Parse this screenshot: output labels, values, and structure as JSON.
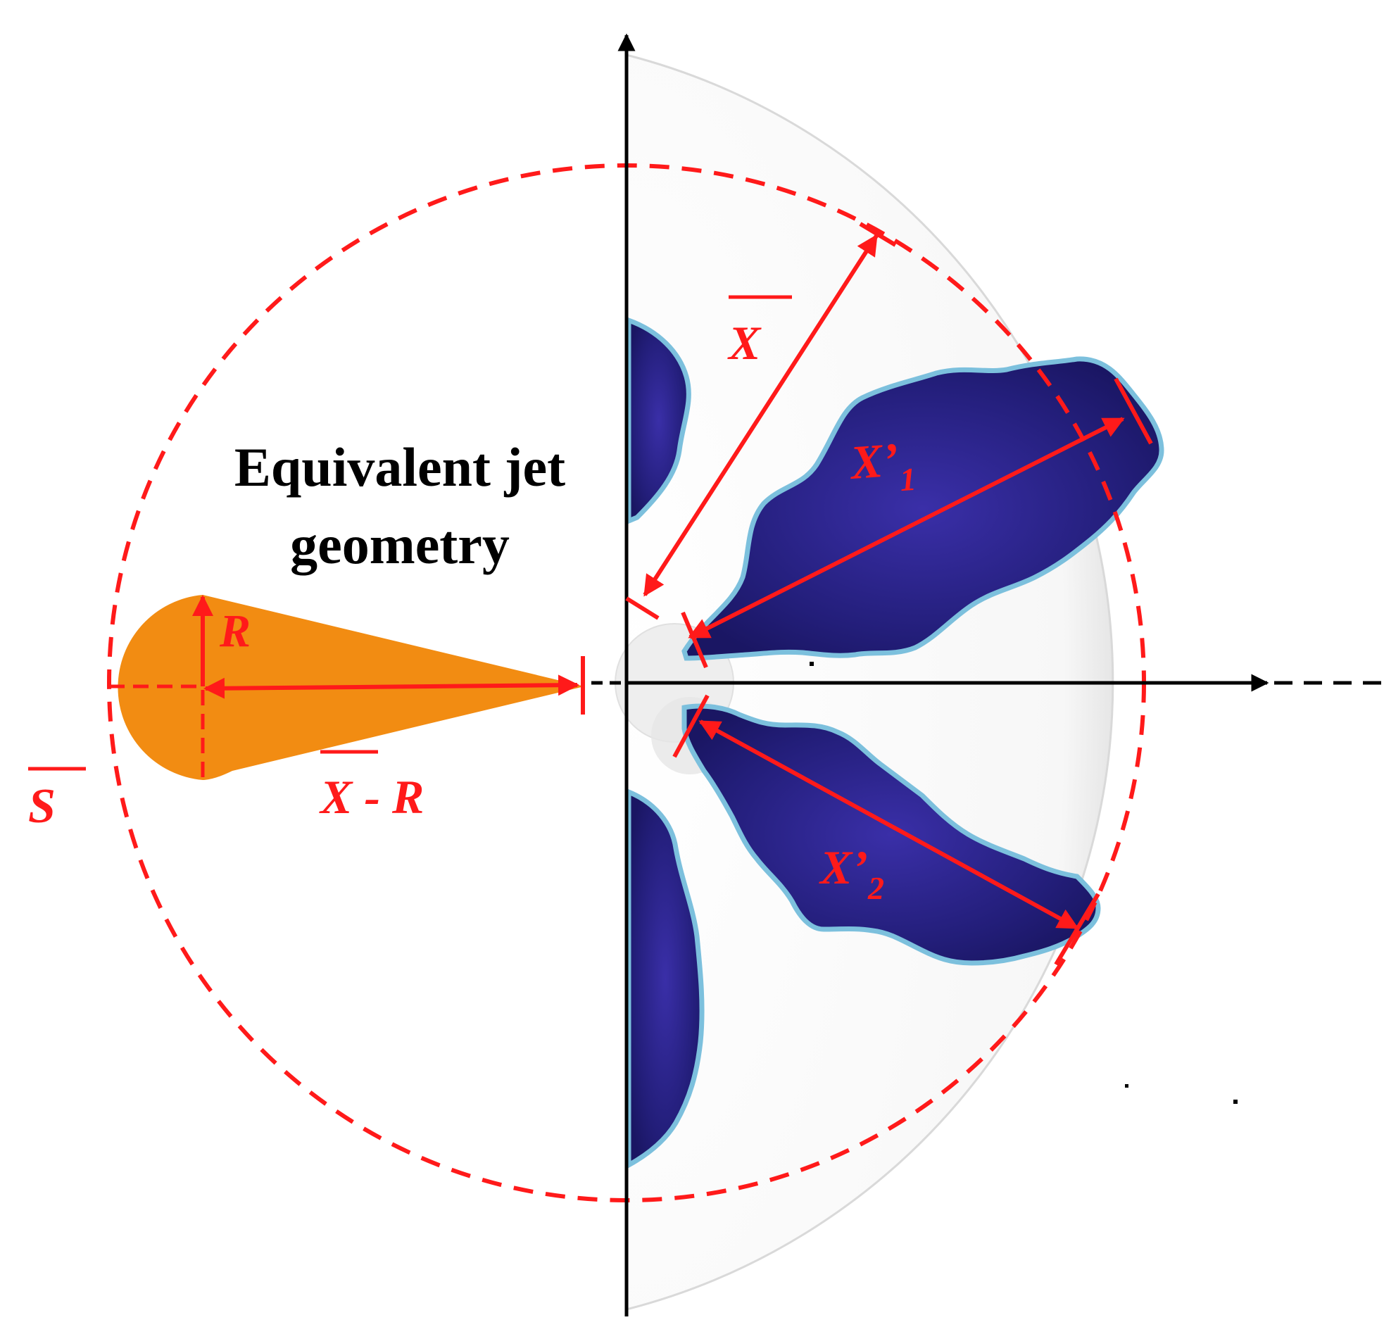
{
  "colors": {
    "accent": "#ff1a1a",
    "axis": "#000000",
    "jet_fill": "#f28c12",
    "plume_dark": "#1e1b6e",
    "plume_mid": "#3a2fa8",
    "plume_edge": "#7cc0dd",
    "background_disc": "#f4f4f4"
  },
  "title": {
    "line1": "Equivalent jet",
    "line2": "geometry"
  },
  "labels": {
    "x_bar": "X",
    "x1_main": "X’",
    "x1_sub": "1",
    "x2_main": "X’",
    "x2_sub": "2",
    "r": "R",
    "s_bar": "S",
    "xr_x": "X",
    "xr_rest": " - R"
  }
}
